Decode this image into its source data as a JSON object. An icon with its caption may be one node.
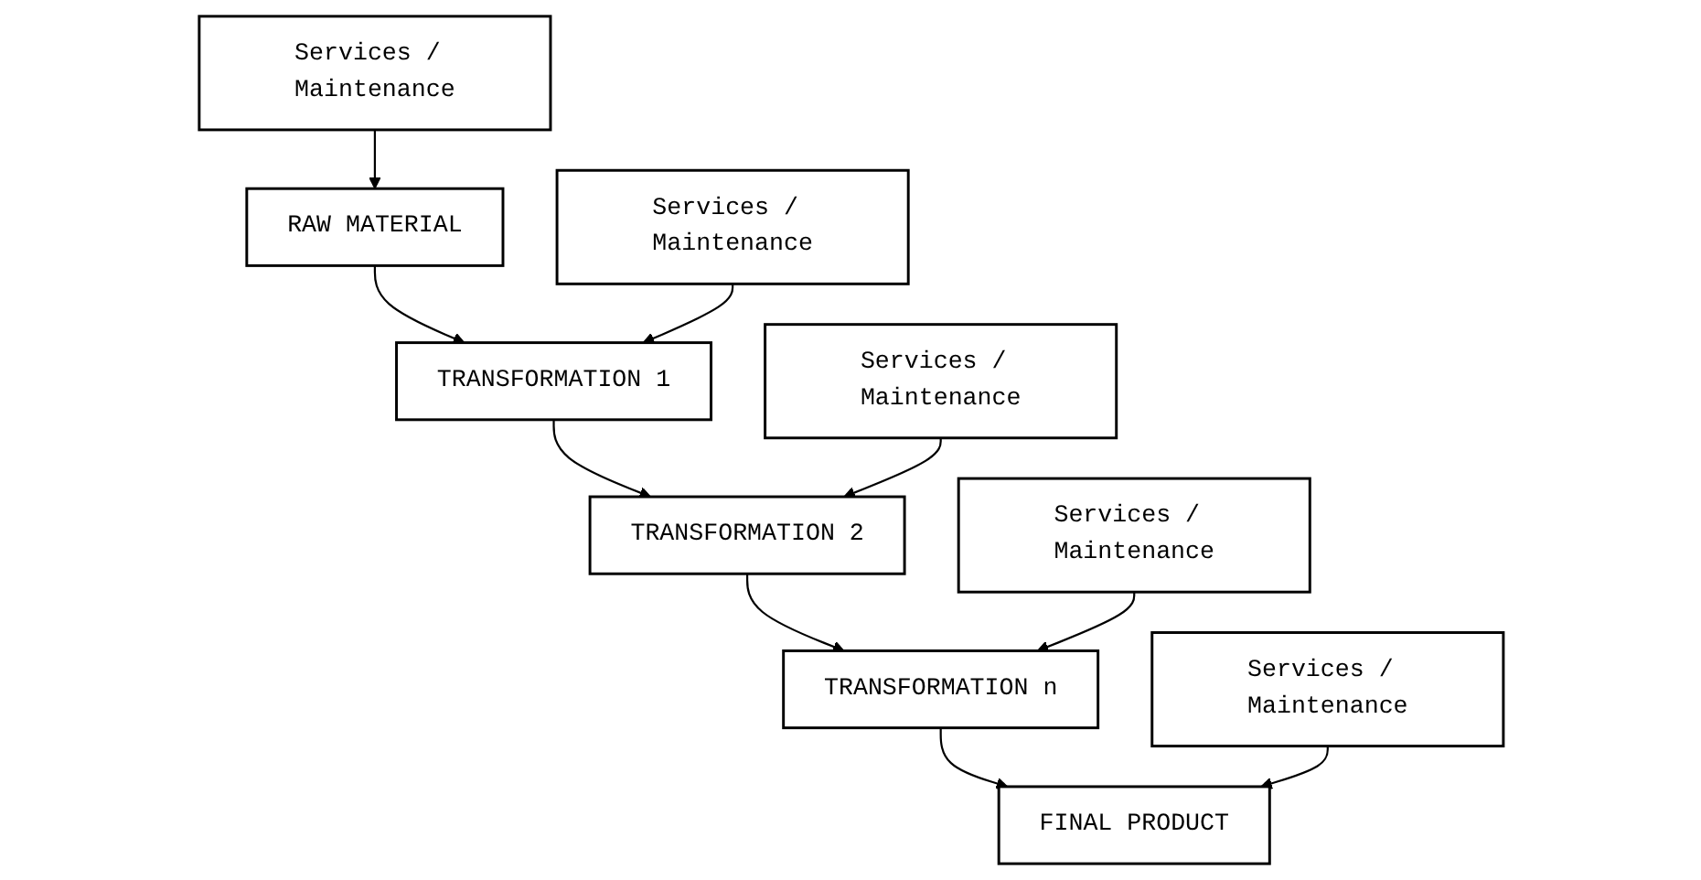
{
  "diagram": {
    "nodes": [
      {
        "text": [
          "Services / Maintenance"
        ]
      },
      {
        "text": [
          "RAW MATERIAL"
        ]
      },
      {
        "text": [
          "Services / Maintenance"
        ]
      },
      {
        "text": [
          "TRANSFORMATION 1"
        ]
      },
      {
        "text": [
          "Services / Maintenance"
        ]
      },
      {
        "text": [
          "TRANSFORMATION 2"
        ]
      },
      {
        "text": [
          "Services / Maintenance"
        ]
      },
      {
        "text": [
          "TRANSFORMATION n"
        ]
      },
      {
        "text": [
          "Services / Maintenance"
        ]
      },
      {
        "text": [
          "FINAL PRODUCT"
        ]
      }
    ],
    "edges": [
      {
        "from": 0,
        "to": 1,
        "arrow": "to"
      },
      {
        "from": 1,
        "to": 3,
        "arrow": "to"
      },
      {
        "from": 2,
        "to": 3,
        "arrow": "to"
      },
      {
        "from": 3,
        "to": 5,
        "arrow": "to"
      },
      {
        "from": 4,
        "to": 5,
        "arrow": "to"
      },
      {
        "from": 5,
        "to": 7,
        "arrow": "to"
      },
      {
        "from": 6,
        "to": 7,
        "arrow": "to"
      },
      {
        "from": 7,
        "to": 9,
        "arrow": "to"
      },
      {
        "from": 8,
        "to": 9,
        "arrow": "to"
      }
    ]
  }
}
